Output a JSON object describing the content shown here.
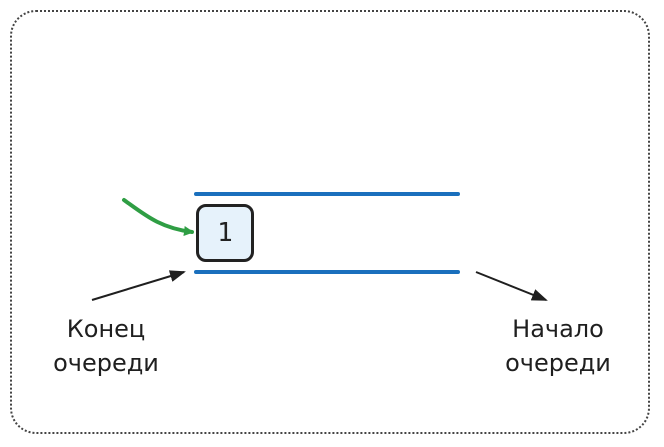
{
  "queue": {
    "items": [
      "1"
    ],
    "tail_label": [
      "Конец",
      "очереди"
    ],
    "head_label": [
      "Начало",
      "очереди"
    ]
  },
  "colors": {
    "rail": "#1a6fbd",
    "insert_arrow": "#2f9e44",
    "pointer_arrow": "#1f1f1f",
    "item_fill": "#e6f2fb",
    "item_border": "#222222",
    "frame": "#444444"
  }
}
